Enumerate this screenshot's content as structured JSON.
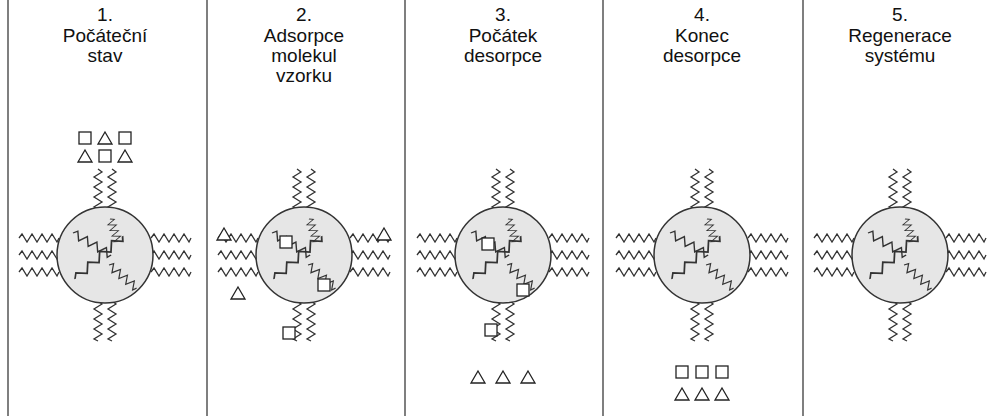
{
  "diagram": {
    "labels": [
      "1.",
      "Počáteční stav",
      "2.",
      "Adsorpce molekul vzorku",
      "3.",
      "Počátek desorpce",
      "4.",
      "Konec desorpce",
      "5.",
      "Regenerace systému"
    ]
  }
}
